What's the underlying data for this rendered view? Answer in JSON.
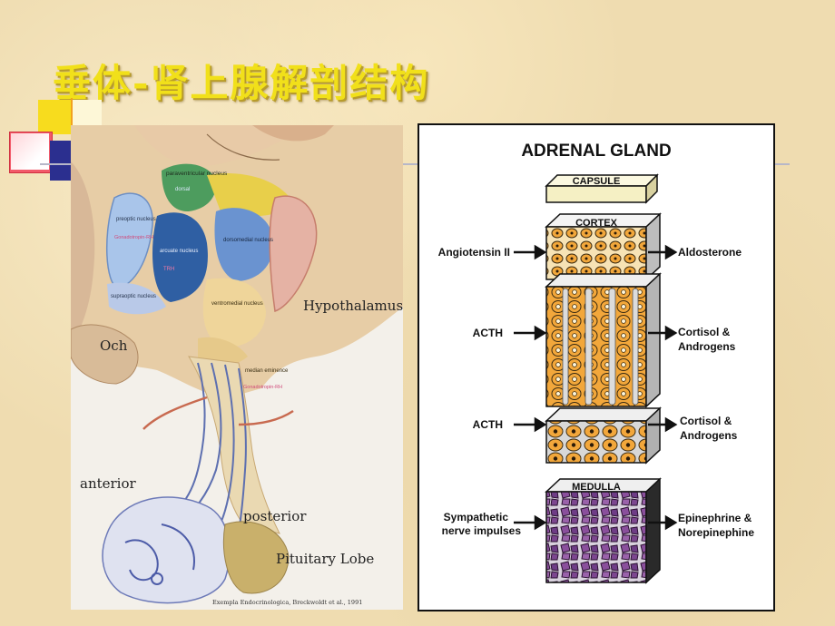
{
  "slide": {
    "title": "垂体-肾上腺解剖结构"
  },
  "pituitary_diagram": {
    "nuclei": {
      "paraventricular": "paraventricular nucleus",
      "dorsal": "dorsal",
      "preoptic": "preoptic nucleus",
      "gonadotropin_rh_1": "Gonadotropin-RH",
      "arcuate": "arcuate nucleus",
      "trh": "TRH",
      "supraoptic": "supraoptic nucleus",
      "dorsomedial": "dorsomedial nucleus",
      "ventromedial": "ventromedial nucleus",
      "median_eminence": "median eminence",
      "gonadotropin_rh_2": "Gonadotropin-RH"
    },
    "labels": {
      "hypothalamus": "Hypothalamus",
      "och": "Och",
      "anterior": "anterior",
      "posterior": "posterior",
      "pituitary_lobe": "Pituitary Lobe",
      "citation": "Exempla Endocrinologica, Breckwoldt et al., 1991"
    }
  },
  "adrenal_diagram": {
    "title": "ADRENAL GLAND",
    "layers": {
      "capsule": "CAPSULE",
      "cortex": "CORTEX",
      "medulla": "MEDULLA"
    },
    "inputs": {
      "glomerulosa": "Angiotensin II",
      "fasciculata": "ACTH",
      "reticularis": "ACTH",
      "medulla_line1": "Sympathetic",
      "medulla_line2": "nerve impulses"
    },
    "outputs": {
      "glomerulosa": "Aldosterone",
      "fasciculata_line1": "Cortisol &",
      "fasciculata_line2": "Androgens",
      "reticularis_line1": "Cortisol &",
      "reticularis_line2": "Androgens",
      "medulla_line1": "Epinephrine &",
      "medulla_line2": "Norepinephine"
    },
    "colors": {
      "capsule": "#f5f0c4",
      "cortex_cells": "#f2a73b",
      "medulla_cells": "#8a4f9c"
    }
  }
}
